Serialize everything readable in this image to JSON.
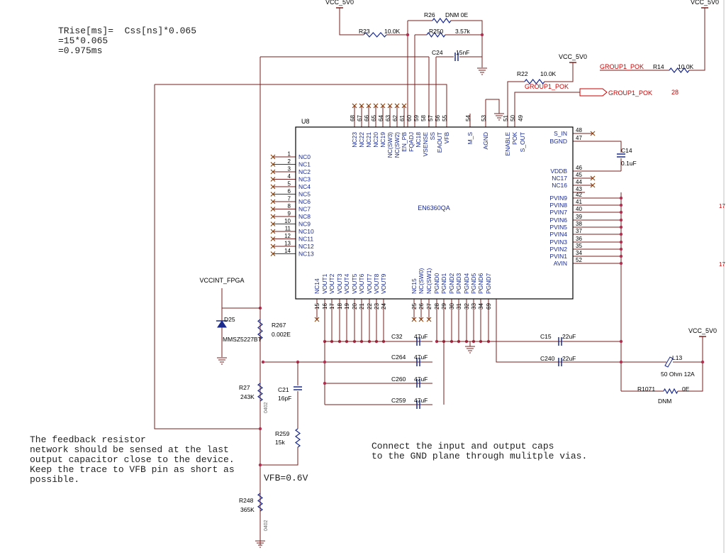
{
  "notes": {
    "trise": "TRise[ms]=  Css[ns]*0.065\n=15*0.065\n=0.975ms",
    "feedback": "The feedback resistor\nnetwork should be sensed at the last\noutput capacitor close to the device.\nKeep the trace to VFB pin as short as\npossible.",
    "caps": "Connect the input and output caps\nto the GND plane through mulitple vias.",
    "vfb": "VFB=0.6V"
  },
  "ic": {
    "refdes": "U8",
    "part": "EN6360QA",
    "left_pins": [
      {
        "num": "1",
        "name": "NC0"
      },
      {
        "num": "2",
        "name": "NC1"
      },
      {
        "num": "3",
        "name": "NC2"
      },
      {
        "num": "4",
        "name": "NC3"
      },
      {
        "num": "5",
        "name": "NC4"
      },
      {
        "num": "6",
        "name": "NC5"
      },
      {
        "num": "7",
        "name": "NC6"
      },
      {
        "num": "8",
        "name": "NC7"
      },
      {
        "num": "9",
        "name": "NC8"
      },
      {
        "num": "10",
        "name": "NC9"
      },
      {
        "num": "11",
        "name": "NC10"
      },
      {
        "num": "12",
        "name": "NC11"
      },
      {
        "num": "13",
        "name": "NC12"
      },
      {
        "num": "14",
        "name": "NC13"
      }
    ],
    "right_pins": [
      {
        "num": "48",
        "name": "S_IN"
      },
      {
        "num": "47",
        "name": "BGND"
      },
      {
        "num": "46",
        "name": "VDDB"
      },
      {
        "num": "45",
        "name": "NC17"
      },
      {
        "num": "44",
        "name": "NC16"
      },
      {
        "num": "43",
        "name": ""
      },
      {
        "num": "42",
        "name": "PVIN9"
      },
      {
        "num": "41",
        "name": "PVIN8"
      },
      {
        "num": "40",
        "name": "PVIN7"
      },
      {
        "num": "39",
        "name": "PVIN6"
      },
      {
        "num": "38",
        "name": "PVIN5"
      },
      {
        "num": "37",
        "name": "PVIN4"
      },
      {
        "num": "36",
        "name": "PVIN3"
      },
      {
        "num": "35",
        "name": "PVIN2"
      },
      {
        "num": "34",
        "name": "PVIN1"
      },
      {
        "num": "52",
        "name": "AVIN"
      }
    ],
    "top_pins": [
      {
        "num": "68",
        "name": "NC23"
      },
      {
        "num": "67",
        "name": "NC22"
      },
      {
        "num": "66",
        "name": "NC21"
      },
      {
        "num": "65",
        "name": "NC20"
      },
      {
        "num": "64",
        "name": "NC19"
      },
      {
        "num": "63",
        "name": "NC(SW3)"
      },
      {
        "num": "62",
        "name": "NC(SW2)"
      },
      {
        "num": "61",
        "name": "EN_PB"
      },
      {
        "num": "60",
        "name": "FQADJ"
      },
      {
        "num": "59",
        "name": "NC18"
      },
      {
        "num": "58",
        "name": "VSENSE"
      },
      {
        "num": "57",
        "name": "SS"
      },
      {
        "num": "56",
        "name": "EAOUT"
      },
      {
        "num": "55",
        "name": "VFB"
      },
      {
        "num": "54",
        "name": "M_S"
      },
      {
        "num": "53",
        "name": "AGND"
      },
      {
        "num": "51",
        "name": "ENABLE"
      },
      {
        "num": "50",
        "name": "POK"
      },
      {
        "num": "49",
        "name": "S_OUT"
      }
    ],
    "bottom_pins": [
      {
        "num": "15",
        "name": "NC14"
      },
      {
        "num": "16",
        "name": "VOUT1"
      },
      {
        "num": "17",
        "name": "VOUT2"
      },
      {
        "num": "18",
        "name": "VOUT3"
      },
      {
        "num": "19",
        "name": "VOUT4"
      },
      {
        "num": "20",
        "name": "VOUT5"
      },
      {
        "num": "21",
        "name": "VOUT6"
      },
      {
        "num": "22",
        "name": "VOUT7"
      },
      {
        "num": "23",
        "name": "VOUT8"
      },
      {
        "num": "24",
        "name": "VOUT9"
      },
      {
        "num": "25",
        "name": "NC15"
      },
      {
        "num": "26",
        "name": "NC(SW0)"
      },
      {
        "num": "27",
        "name": "NC(SW1)"
      },
      {
        "num": "28",
        "name": "PGND0"
      },
      {
        "num": "29",
        "name": "PGND1"
      },
      {
        "num": "30",
        "name": "PGND2"
      },
      {
        "num": "31",
        "name": "PGND3"
      },
      {
        "num": "32",
        "name": "PGND4"
      },
      {
        "num": "33",
        "name": "PGND5"
      },
      {
        "num": "34",
        "name": "PGND6"
      },
      {
        "num": "69",
        "name": "PGND7"
      }
    ]
  },
  "nets": {
    "vcc_5v0": "VCC_5V0",
    "vccint": "VCCINT_FPGA",
    "group1_pok": "GROUP1_POK",
    "page_ref": "28",
    "edge_marks": [
      "17",
      "17"
    ]
  },
  "components": {
    "R26": {
      "ref": "R26",
      "value": "DNM 0E"
    },
    "R23": {
      "ref": "R23",
      "value": "10.0K"
    },
    "R250": {
      "ref": "R250",
      "value": "3.57k"
    },
    "C24": {
      "ref": "C24",
      "value": "15nF"
    },
    "R22": {
      "ref": "R22",
      "value": "10.0K"
    },
    "R14": {
      "ref": "R14",
      "value": "10.0K"
    },
    "C14": {
      "ref": "C14",
      "value": "0.1uF"
    },
    "D25": {
      "ref": "D25",
      "value": "MMSZ5227BT"
    },
    "R267": {
      "ref": "R267",
      "value": "0.002E"
    },
    "R27": {
      "ref": "R27",
      "value": "243K",
      "pkg": "0402"
    },
    "C21": {
      "ref": "C21",
      "value": "16pF"
    },
    "R259": {
      "ref": "R259",
      "value": "15k"
    },
    "R248": {
      "ref": "R248",
      "value": "365K",
      "pkg": "0402"
    },
    "C32": {
      "ref": "C32",
      "value": "47uF"
    },
    "C264": {
      "ref": "C264",
      "value": "47uF"
    },
    "C260": {
      "ref": "C260",
      "value": "47uF"
    },
    "C259": {
      "ref": "C259",
      "value": "47uF"
    },
    "C15": {
      "ref": "C15",
      "value": "22uF"
    },
    "C240": {
      "ref": "C240",
      "value": "22uF"
    },
    "L13": {
      "ref": "L13",
      "value": "50 Ohm 12A"
    },
    "R1071": {
      "ref": "R1071",
      "value": "0E",
      "note": "DNM"
    }
  },
  "colors": {
    "wire": "#7a1f1f",
    "body": "#1a2a8c",
    "text": "#000000",
    "net_red": "#cc0000",
    "nc_mark": "#8b4513"
  }
}
